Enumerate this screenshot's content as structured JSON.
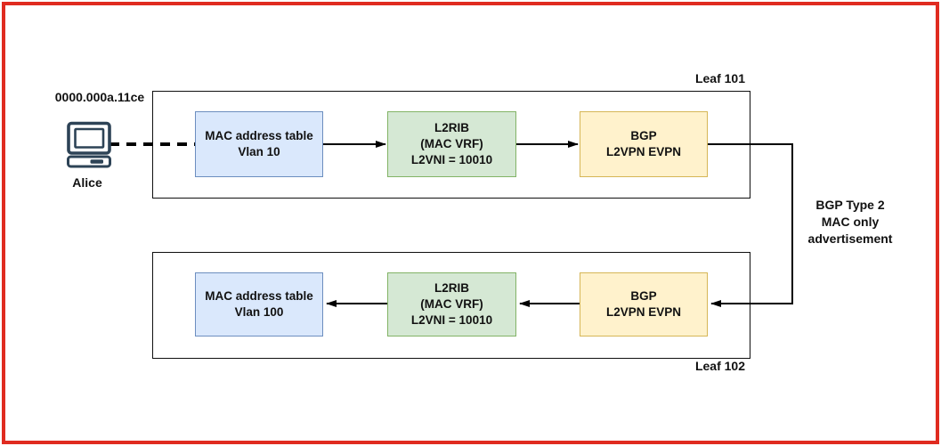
{
  "diagram": {
    "host": {
      "mac_address": "0000.000a.11ce",
      "name": "Alice"
    },
    "leaf101": {
      "label": "Leaf 101",
      "mac_table": {
        "line1": "MAC address table",
        "line2": "Vlan 10"
      },
      "l2rib": {
        "line1": "L2RIB",
        "line2": "(MAC VRF)",
        "line3": "L2VNI = 10010"
      },
      "bgp": {
        "line1": "BGP",
        "line2": "L2VPN EVPN"
      }
    },
    "leaf102": {
      "label": "Leaf 102",
      "mac_table": {
        "line1": "MAC address table",
        "line2": "Vlan 100"
      },
      "l2rib": {
        "line1": "L2RIB",
        "line2": "(MAC VRF)",
        "line3": "L2VNI = 10010"
      },
      "bgp": {
        "line1": "BGP",
        "line2": "L2VPN EVPN"
      }
    },
    "annotation": {
      "line1": "BGP Type 2",
      "line2": "MAC only",
      "line3": "advertisement"
    },
    "colors": {
      "frame": "#e02b20",
      "blue_fill": "#dae8fc",
      "blue_border": "#6c8ebf",
      "green_fill": "#d5e8d4",
      "green_border": "#82b366",
      "yellow_fill": "#fff2cc",
      "yellow_border": "#d6b656",
      "icon": "#2d4356",
      "line": "#000000"
    }
  }
}
